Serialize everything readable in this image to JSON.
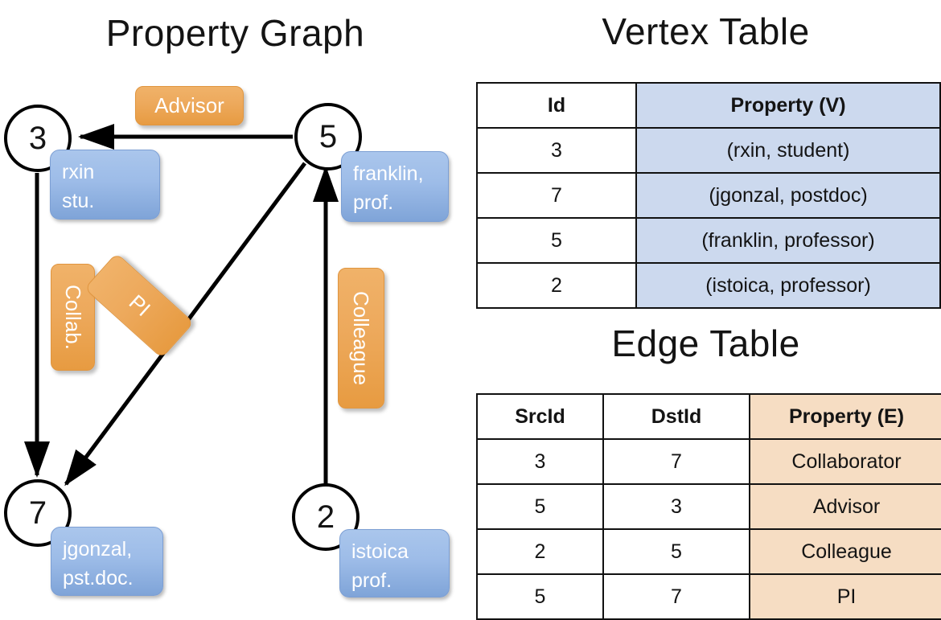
{
  "headings": {
    "property_graph": "Property Graph",
    "vertex_table": "Vertex Table",
    "edge_table": "Edge Table"
  },
  "graph": {
    "nodes": [
      {
        "id": "3",
        "property_text_line1": "rxin",
        "property_text_line2": "stu."
      },
      {
        "id": "5",
        "property_text_line1": "franklin,",
        "property_text_line2": "prof."
      },
      {
        "id": "7",
        "property_text_line1": "jgonzal,",
        "property_text_line2": "pst.doc."
      },
      {
        "id": "2",
        "property_text_line1": "istoica",
        "property_text_line2": "prof."
      }
    ],
    "edge_labels": [
      {
        "name": "advisor",
        "text": "Advisor"
      },
      {
        "name": "collab",
        "text": "Collab."
      },
      {
        "name": "pi",
        "text": "PI"
      },
      {
        "name": "colleague",
        "text": "Colleague"
      }
    ]
  },
  "vertex_table": {
    "columns": [
      "Id",
      "Property (V)"
    ],
    "rows": [
      {
        "id": "3",
        "property": "(rxin, student)"
      },
      {
        "id": "7",
        "property": "(jgonzal, postdoc)"
      },
      {
        "id": "5",
        "property": "(franklin, professor)"
      },
      {
        "id": "2",
        "property": "(istoica, professor)"
      }
    ]
  },
  "edge_table": {
    "columns": [
      "SrcId",
      "DstId",
      "Property (E)"
    ],
    "rows": [
      {
        "src": "3",
        "dst": "7",
        "property": "Collaborator"
      },
      {
        "src": "5",
        "dst": "3",
        "property": "Advisor"
      },
      {
        "src": "2",
        "dst": "5",
        "property": "Colleague"
      },
      {
        "src": "5",
        "dst": "7",
        "property": "PI"
      }
    ]
  },
  "colors": {
    "vertex_property_fill": "#ccd9ee",
    "edge_property_fill": "#f6ddc3",
    "vertex_box_blue": "#9dbce8",
    "edge_label_orange": "#eda95c",
    "stroke": "#000000",
    "background": "#ffffff"
  }
}
